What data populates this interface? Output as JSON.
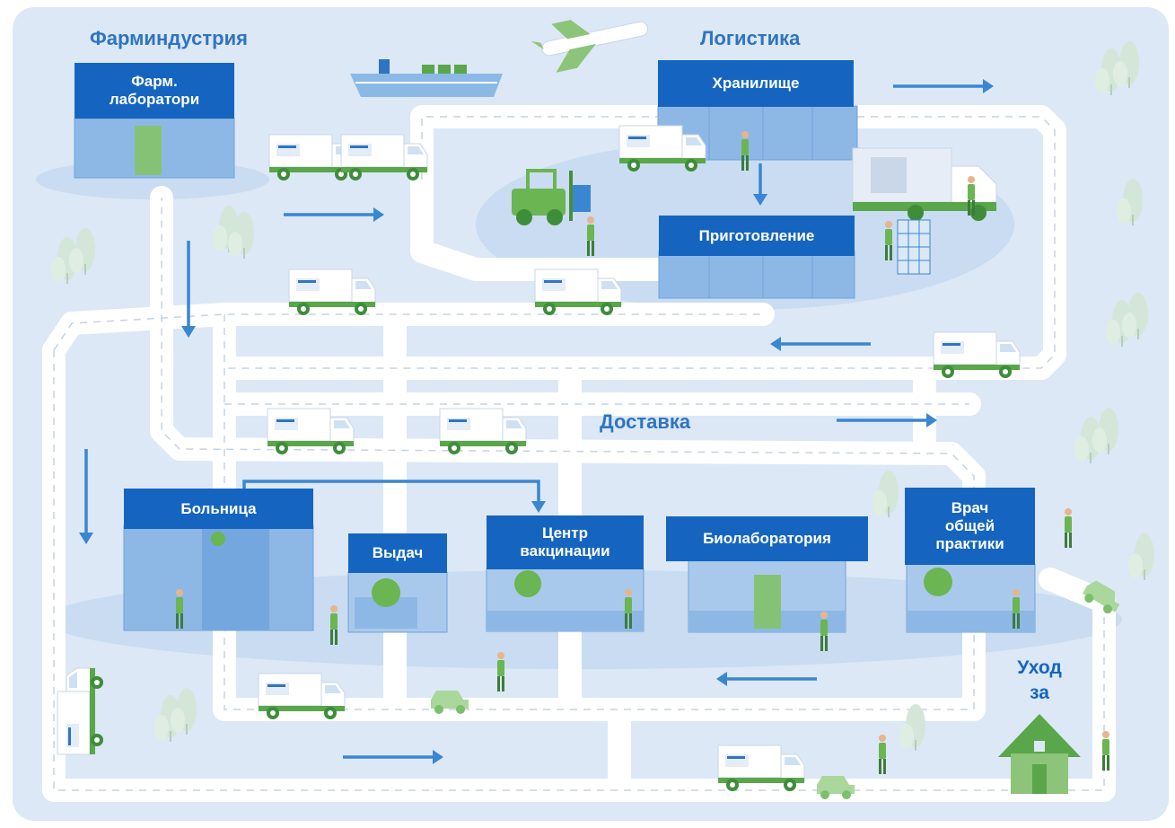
{
  "sections": {
    "pharma": "Фарминдустрия",
    "logistics": "Логистика",
    "delivery": "Доставка"
  },
  "facilities": {
    "pharma_lab": "Фарм.\nлаборатори",
    "storage": "Хранилище",
    "preparation": "Приготовление",
    "hospital": "Больница",
    "dispensary": "Выдач",
    "vaccination": "Центр\nвакцинации",
    "biolab": "Биолаборатория",
    "gp": "Врач\nобщей\nпрактики",
    "home_care": "Уход\nза"
  },
  "colors": {
    "background": "#dce8f6",
    "road": "#ffffff",
    "label_fill": "#1565c0",
    "title_text": "#2f74c0",
    "arrow": "#3a86d0",
    "building_glass": "#8db8e6",
    "truck_green": "#5aa64a",
    "tree": "#cfe0d0"
  },
  "icons": [
    "ship-icon",
    "airplane-icon",
    "truck-icon",
    "forklift-icon",
    "van-icon",
    "car-icon",
    "tree-icon",
    "person-icon",
    "house-icon",
    "microscope-icon",
    "arrow-right-icon",
    "arrow-left-icon",
    "arrow-down-icon"
  ]
}
